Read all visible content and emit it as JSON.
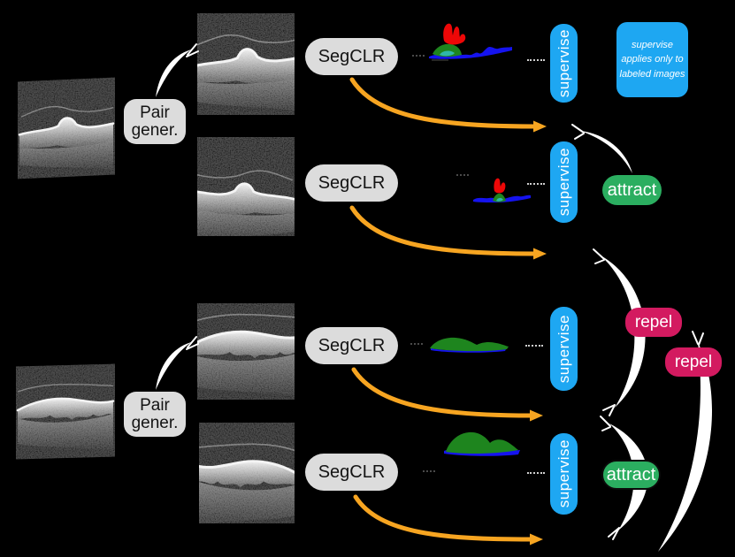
{
  "labels": {
    "pair_gen": "Pair gener.",
    "segclr": "SegCLR",
    "supervise": "supervise",
    "attract": "attract",
    "repel": "repel"
  },
  "note": {
    "text": "supervise applies only to labeled images"
  },
  "colors": {
    "background": "#000000",
    "box_gray": "#dcdcdc",
    "box_text": "#141414",
    "supervise_blue": "#1ea7f2",
    "attract_green": "#2bae60",
    "repel_crimson": "#d31a60",
    "arrow_orange": "#f7a521",
    "arrow_white": "#ffffff",
    "mask_red": "#ee0707",
    "mask_green": "#1e851e",
    "mask_blue": "#1513ef",
    "mask_teal": "#2fb8a9"
  }
}
